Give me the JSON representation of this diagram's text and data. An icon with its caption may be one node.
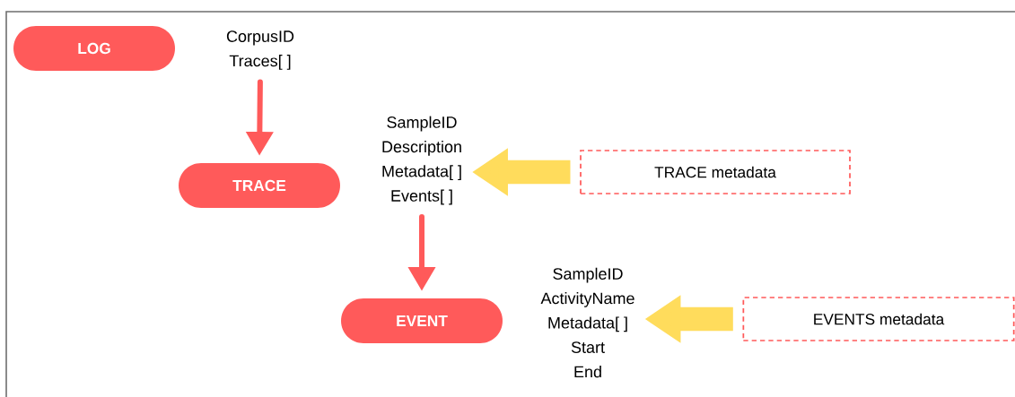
{
  "diagram": {
    "nodes": [
      {
        "text": [
          "LOG"
        ]
      },
      {
        "text": [
          "CorpusID",
          "Traces[ ]"
        ]
      },
      {
        "text": [
          "TRACE"
        ]
      },
      {
        "text": [
          "SampleID",
          "Description",
          "Metadata[ ]",
          "Events[ ]"
        ]
      },
      {
        "text": [
          "TRACE metadata"
        ]
      },
      {
        "text": [
          "EVENT"
        ]
      },
      {
        "text": [
          "SampleID",
          "ActivityName",
          "Metadata[ ]",
          "Start",
          "End"
        ]
      },
      {
        "text": [
          "EVENTS metadata"
        ]
      }
    ],
    "edges": [
      {
        "from": 1,
        "to": 2,
        "arrow": "to",
        "color": "#ff5a5a"
      },
      {
        "from": 3,
        "to": 5,
        "arrow": "to",
        "color": "#ff5a5a"
      },
      {
        "from": 4,
        "to": 3,
        "arrow": "to",
        "style": "thick",
        "color": "#ffdc5c"
      },
      {
        "from": 7,
        "to": 6,
        "arrow": "to",
        "style": "thick",
        "color": "#ffdc5c"
      }
    ]
  }
}
